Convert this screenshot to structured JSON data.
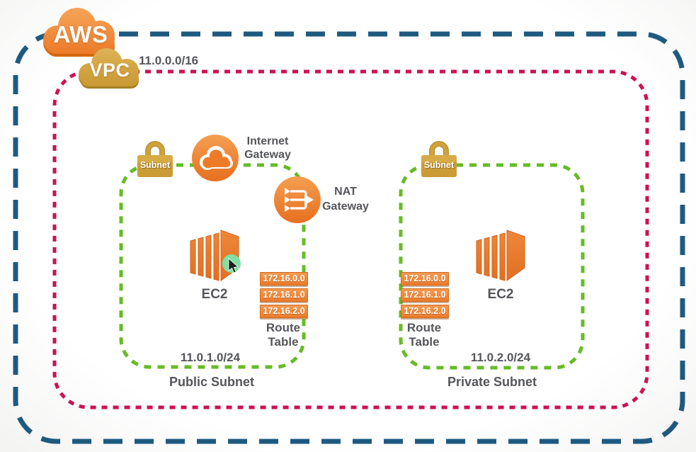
{
  "header": {
    "aws_label": "AWS",
    "vpc_label": "VPC",
    "vpc_cidr": "11.0.0.0/16"
  },
  "gateways": {
    "internet": {
      "line1": "Internet",
      "line2": "Gateway"
    },
    "nat": {
      "line1": "NAT",
      "line2": "Gateway"
    }
  },
  "subnets": [
    {
      "lock_label": "Subnet",
      "ec2_label": "EC2",
      "route_entries": [
        "172.16.0.0",
        "172.16.1.0",
        "172.16.2.0"
      ],
      "route_table_line1": "Route",
      "route_table_line2": "Table",
      "cidr": "11.0.1.0/24",
      "caption": "Public Subnet"
    },
    {
      "lock_label": "Subnet",
      "ec2_label": "EC2",
      "route_entries": [
        "172.16.0.0",
        "172.16.1.0",
        "172.16.2.0"
      ],
      "route_table_line1": "Route",
      "route_table_line2": "Table",
      "cidr": "11.0.2.0/24",
      "caption": "Private Subnet"
    }
  ],
  "colors": {
    "aws_boundary_border": "#1e5a80",
    "vpc_border": "#cc1155",
    "subnet_border": "#66bb27",
    "aws_orange": "#ee7e2e",
    "vpc_gold": "#d1a23e",
    "text_gray": "#55565a",
    "cursor_highlight": "#7fe0a3"
  }
}
